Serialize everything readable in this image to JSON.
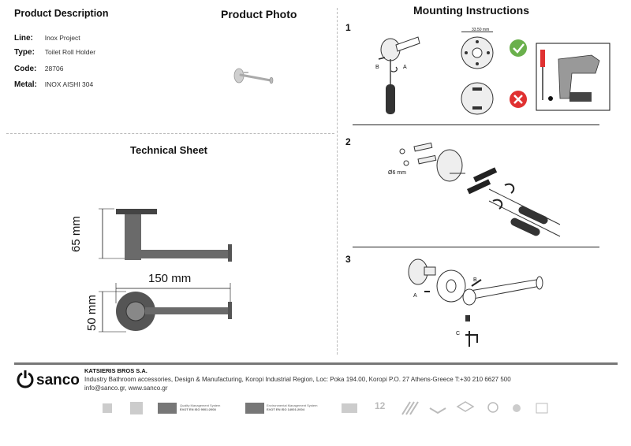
{
  "product_description": {
    "title": "Product Description",
    "line_label": "Line:",
    "line_value": "Inox Project",
    "type_label": "Type:",
    "type_value": "Toilet Roll Holder",
    "code_label": "Code:",
    "code_value": "28706",
    "metal_label": "Metal:",
    "metal_value": "INOX AISHI 304"
  },
  "product_photo": {
    "title": "Product Photo"
  },
  "technical_sheet": {
    "title": "Technical Sheet",
    "dim_height_top": "65 mm",
    "dim_width": "150 mm",
    "dim_height_bottom": "50 mm"
  },
  "mounting": {
    "title": "Mounting Instructions",
    "step1": "1",
    "step2": "2",
    "step3": "3",
    "label_a": "A",
    "label_b": "B",
    "label_c": "C",
    "dim_flange": "33.50 mm",
    "dim_drill": "Ø6 mm"
  },
  "footer": {
    "brand": "sanco",
    "company": "KATSIERIS BROS S.A.",
    "address": "Industry Bathroom accessories, Design & Manufacturing, Koropi Industrial Region, Loc: Poka 194.00, Koropi P.O. 27  Athens-Greece   T:+30 210 6627 500",
    "web": "info@sanco.gr, www.sanco.gr",
    "cert1_line1": "Quality Management System",
    "cert1_line2": "ΕΛΟΤ ΕΝ ISO 9001:2008",
    "cert2_line1": "Environmental Management System",
    "cert2_line2": "ΕΛΟΤ ΕΝ ISO 14001:2004",
    "badge_years": "12"
  },
  "colors": {
    "accent_green": "#6ab04c",
    "accent_red": "#e03131",
    "footer_bar": "#777777"
  }
}
